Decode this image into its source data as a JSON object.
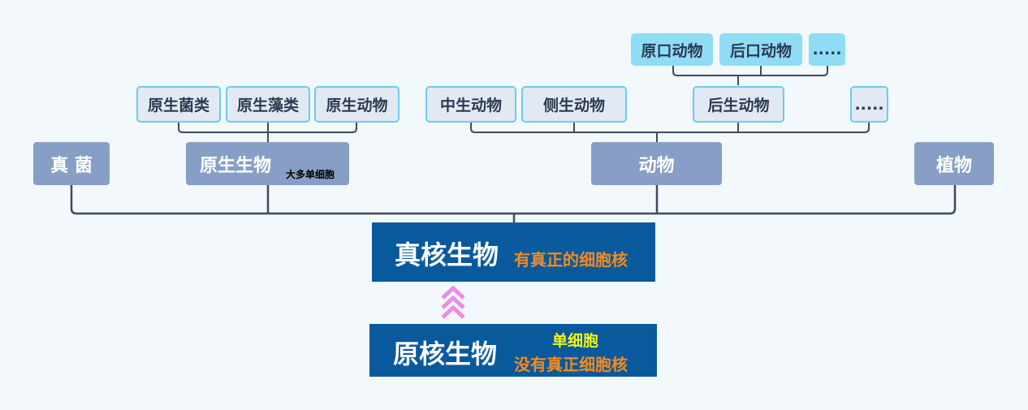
{
  "root": {
    "title": "真核生物",
    "note": "有真正的细胞核"
  },
  "ancestor": {
    "title": "原核生物",
    "note1": "单细胞",
    "note2": "没有真正细胞核"
  },
  "groups": {
    "fungi": "真 菌",
    "protists": "原生生物",
    "protists_note": "大多单细胞",
    "animals": "动物",
    "plants": "植物"
  },
  "protist_children": [
    "原生菌类",
    "原生藻类",
    "原生动物"
  ],
  "animal_children": [
    "中生动物",
    "侧生动物",
    "后生动物",
    "....."
  ],
  "metazoa_children": [
    "原口动物",
    "后口动物",
    "....."
  ],
  "colors": {
    "background": "#f2f8fb",
    "main_box": "#085a9d",
    "group_box": "#879fc6",
    "leaf_fill": "#e1e9f2",
    "leaf_border": "#69cdee",
    "top_fill": "#8fdcf6",
    "connector": "#3f4a5e",
    "orange_text": "#f58a1f",
    "yellow_text": "#f3f316",
    "arrow": "#ee8be8"
  },
  "icons": {
    "evolution_arrow": "chevron-up-triple-icon"
  }
}
